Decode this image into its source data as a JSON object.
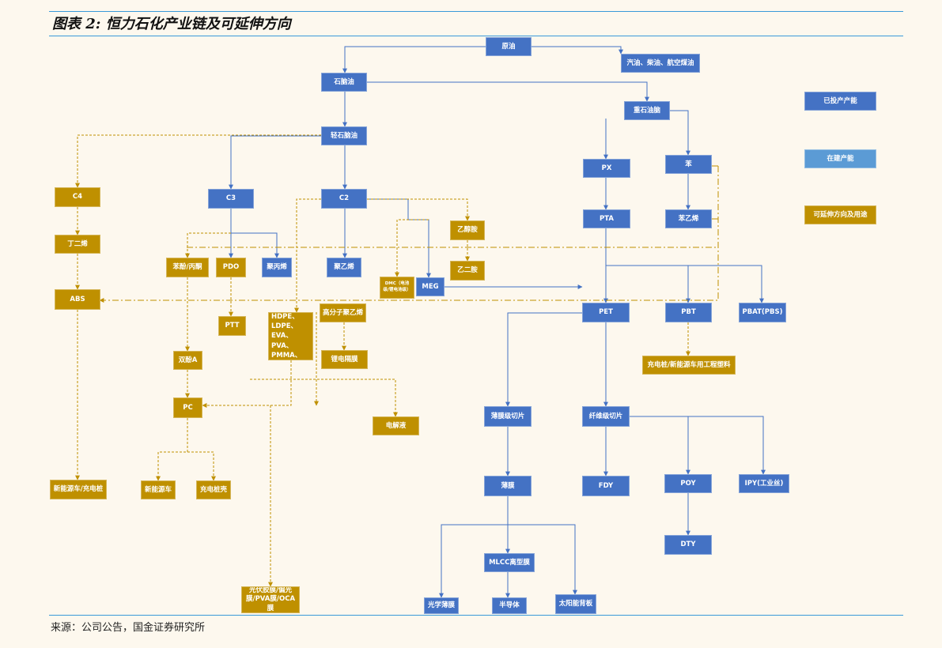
{
  "title": "图表 2:  恒力石化产业链及可延伸方向",
  "source": "来源：公司公告，国金证券研究所",
  "colors": {
    "operating": "#4472c4",
    "building": "#5b9bd5",
    "extension": "#bf9000",
    "background": "#fdf8ee",
    "rule": "#3a9ad9"
  },
  "legend": {
    "operating": "已投产产能",
    "building": "在建产能",
    "extension": "可延伸方向及用途"
  },
  "nodes": {
    "crude": "原油",
    "fuels": "汽油、柴油、航空煤油",
    "naphtha": "石脑油",
    "heavy_aromatics": "重石油脑",
    "light_naphtha": "轻石脑油",
    "px": "PX",
    "benzene": "苯",
    "c4": "C4",
    "c3": "C3",
    "c2": "C2",
    "pta": "PTA",
    "styrene": "苯乙烯",
    "ethylene_oxide": "乙醇胺",
    "butadiene": "丁二烯",
    "phenol_acetone": "苯酚/丙酮",
    "pdo": "PDO",
    "pp": "聚丙烯",
    "pe": "聚乙烯",
    "dmc": "DMC（电池级/锂电池级）",
    "meg": "MEG",
    "ethylenediamine": "乙二胺",
    "abs": "ABS",
    "polyolefins": "LLDPE、HDPE、LDPE、EVA、PVA、PMMA、PVC",
    "hmwpe": "高分子聚乙烯",
    "ptt": "PTT",
    "pet": "PET",
    "pbt": "PBT",
    "pbat": "PBAT(PBS)",
    "bpa": "双酚A",
    "separator": "锂电隔膜",
    "engineering_plastics": "充电桩/新能源车用工程塑料",
    "pc": "PC",
    "electrolyte": "电解液",
    "film_chips": "薄膜级切片",
    "fiber_chips": "纤维级切片",
    "nev_charger": "新能源车/充电桩",
    "nev": "新能源车",
    "charger_shell": "充电桩壳",
    "film": "薄膜",
    "fdy": "FDY",
    "poy": "POY",
    "ipy": "IPY(工业丝)",
    "dty": "DTY",
    "mlcc": "MLCC离型膜",
    "pv_film": "光伏胶膜/偏光膜/PVA膜/OCA膜",
    "optical_film": "光学薄膜",
    "semiconductor": "半导体",
    "solar_backsheet": "太阳能背板"
  }
}
